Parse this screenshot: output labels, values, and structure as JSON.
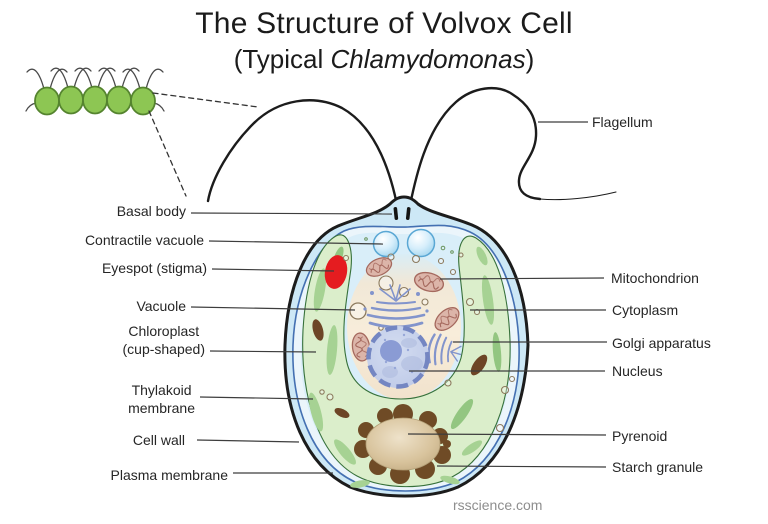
{
  "title": {
    "line1": "The Structure of Volvox Cell",
    "line2_prefix": "(Typical ",
    "line2_italic": "Chlamydomonas",
    "line2_suffix": ")"
  },
  "watermark": "rsscience.com",
  "labels": {
    "left": [
      {
        "id": "basal-body",
        "text": "Basal body"
      },
      {
        "id": "contractile-vacuole",
        "text": "Contractile vacuole"
      },
      {
        "id": "eyespot",
        "text": "Eyespot (stigma)"
      },
      {
        "id": "vacuole",
        "text": "Vacuole"
      },
      {
        "id": "chloroplast",
        "line1": "Chloroplast",
        "line2": "(cup-shaped)"
      },
      {
        "id": "thylakoid-membrane",
        "line1": "Thylakoid",
        "line2": "membrane"
      },
      {
        "id": "cell-wall",
        "text": "Cell wall"
      },
      {
        "id": "plasma-membrane",
        "text": "Plasma membrane"
      }
    ],
    "right": [
      {
        "id": "flagellum",
        "text": "Flagellum"
      },
      {
        "id": "mitochondrion",
        "text": "Mitochondrion"
      },
      {
        "id": "cytoplasm",
        "text": "Cytoplasm"
      },
      {
        "id": "golgi-apparatus",
        "text": "Golgi apparatus"
      },
      {
        "id": "nucleus",
        "text": "Nucleus"
      },
      {
        "id": "pyrenoid",
        "text": "Pyrenoid"
      },
      {
        "id": "starch-granule",
        "text": "Starch granule"
      }
    ]
  },
  "colors": {
    "colony_green": "#8dc653",
    "colony_outline": "#55842f",
    "cell_wall_blue": "#cde8f6",
    "membrane_band": "#ebf5fb",
    "interior_blue": "#d9eef9",
    "chloroplast_green": "#dbeecb",
    "chloroplast_edge": "#37713b",
    "thylakoid_green": "#a6d293",
    "cytoplasm_cream": "#f8edda",
    "eyespot_red": "#e51c20",
    "mito_pink": "#dcb5a9",
    "mito_edge": "#a5695e",
    "golgi_blue": "#8294cc",
    "nucleus_fill": "#c7d1ea",
    "nucleus_ring": "#7486c2",
    "nucleolus": "#8a9bd4",
    "pyrenoid_tan": "#d8c39c",
    "starch_brown": "#6f4b26",
    "outline_black": "#1c1c1c",
    "leader_gray": "#3d3d3d"
  }
}
